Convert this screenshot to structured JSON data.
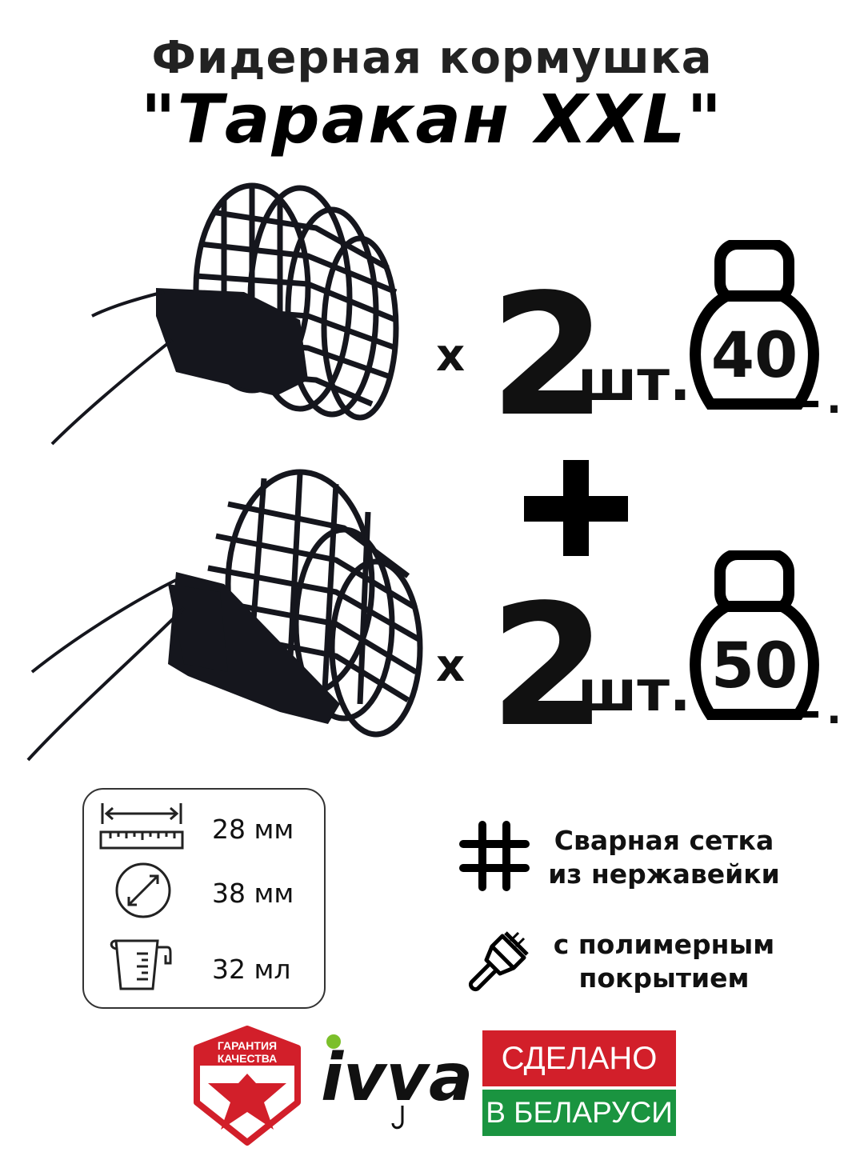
{
  "title": {
    "line1": "Фидерная кормушка",
    "line2": "\"Таракан XXL\""
  },
  "rows": [
    {
      "multiplier": "x",
      "count": "2",
      "unit": "шт.",
      "weight": "40",
      "dot": "."
    },
    {
      "multiplier": "x",
      "count": "2",
      "unit": "шт.",
      "weight": "50",
      "dot": "."
    }
  ],
  "plus": "+",
  "specs": [
    {
      "icon": "ruler-icon",
      "value": "28 мм"
    },
    {
      "icon": "diameter-icon",
      "value": "38 мм"
    },
    {
      "icon": "measuring-cup-icon",
      "value": "32 мл"
    }
  ],
  "features": [
    {
      "icon": "grid-icon",
      "text_line1": "Сварная сетка",
      "text_line2": "из нержавейки"
    },
    {
      "icon": "paintbrush-icon",
      "text_line1": "с полимерным",
      "text_line2": "покрытием"
    }
  ],
  "quality_badge": {
    "line1": "ГАРАНТИЯ",
    "line2": "КАЧЕСТВА"
  },
  "brand": {
    "name": "ivva"
  },
  "made_in": {
    "line1": "СДЕЛАНО",
    "line2": "В БЕЛАРУСИ"
  },
  "colors": {
    "badge_red": "#d21f2a",
    "flag_green": "#1a9440",
    "brand_green": "#7bbf2a"
  }
}
